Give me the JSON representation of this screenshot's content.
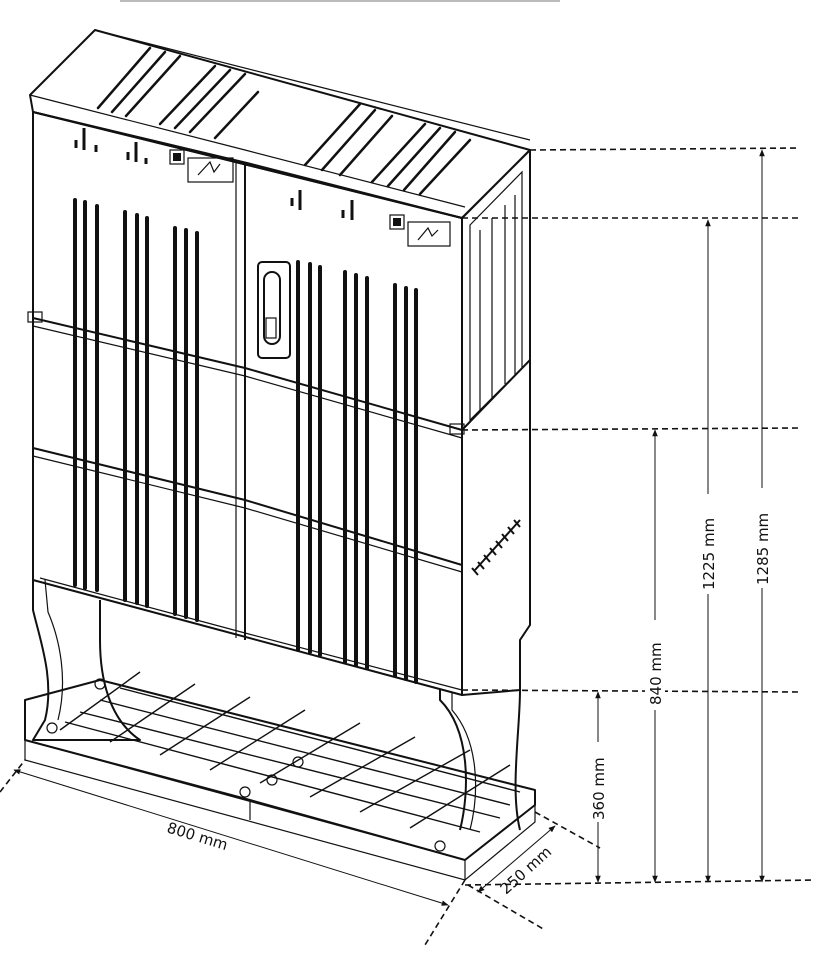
{
  "dimensions": {
    "total_height": "1285 mm",
    "body_height": "1225 mm",
    "cabinet_top_height": "840 mm",
    "plinth_height": "360 mm",
    "width": "800 mm",
    "depth": "250 mm"
  }
}
